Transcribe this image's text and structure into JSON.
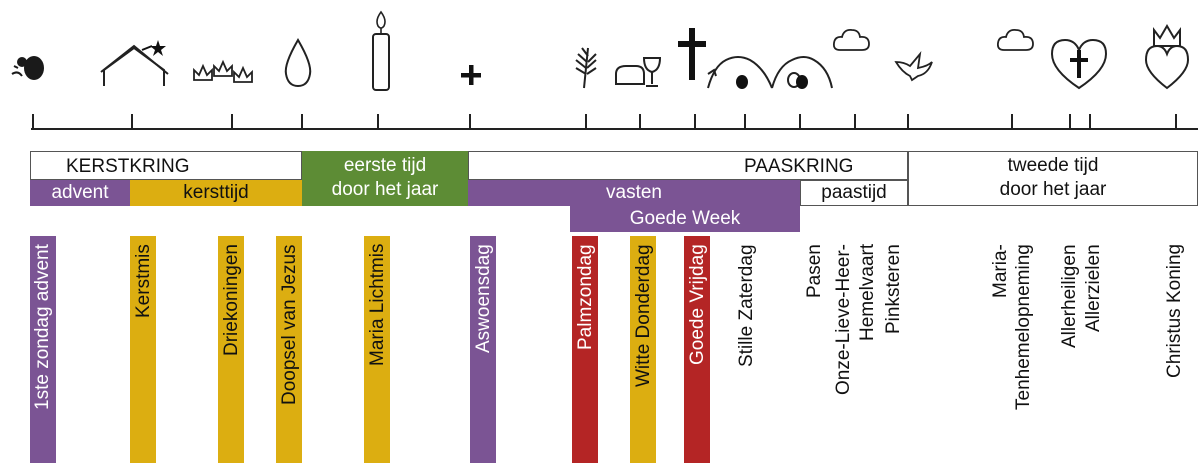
{
  "colors": {
    "purple": "#7b5494",
    "gold": "#dcae11",
    "green": "#5d8c35",
    "red": "#b42525",
    "line": "#222222"
  },
  "icons": [
    "fetus-icon",
    "stable-with-star-icon",
    "three-crowns-icon",
    "water-drop-icon",
    "candle-icon",
    "ash-cross-icon",
    "palm-branch-icon",
    "bread-and-chalice-icon",
    "cross-icon",
    "tomb-closed-icon",
    "tomb-open-icon",
    "cloud-icon",
    "dove-icon",
    "cloud-icon",
    "heart-with-cross-icon",
    "crowned-heart-icon"
  ],
  "cycles": {
    "christmas": "KERSTKRING",
    "easter": "PAASKRING"
  },
  "periods": {
    "ordinary_time_1_line1": "eerste tijd",
    "ordinary_time_1_line2": "door het jaar",
    "ordinary_time_2_line1": "tweede tijd",
    "ordinary_time_2_line2": "door het jaar",
    "advent": "advent",
    "christmastide": "kersttijd",
    "lent": "vasten",
    "eastertide": "paastijd",
    "holy_week": "Goede Week"
  },
  "feasts": {
    "advent_sunday": "1ste zondag advent",
    "christmas": "Kerstmis",
    "epiphany": "Driekoningen",
    "baptism": "Doopsel van Jezus",
    "candlemas": "Maria Lichtmis",
    "ash_wednesday": "Aswoensdag",
    "palm_sunday": "Palmzondag",
    "maundy_thursday": "Witte Donderdag",
    "good_friday": "Goede Vrijdag",
    "holy_saturday": "Stille Zaterdag",
    "easter": "Pasen",
    "ascension_line1": "Onze-Lieve-Heer-",
    "ascension_line2": "Hemelvaart",
    "pentecost": "Pinksteren",
    "assumption_line1": "Maria-",
    "assumption_line2": "Tenhemelopneming",
    "all_saints": "Allerheiligen",
    "all_souls": "Allerzielen",
    "christ_the_king": "Christus Koning"
  }
}
